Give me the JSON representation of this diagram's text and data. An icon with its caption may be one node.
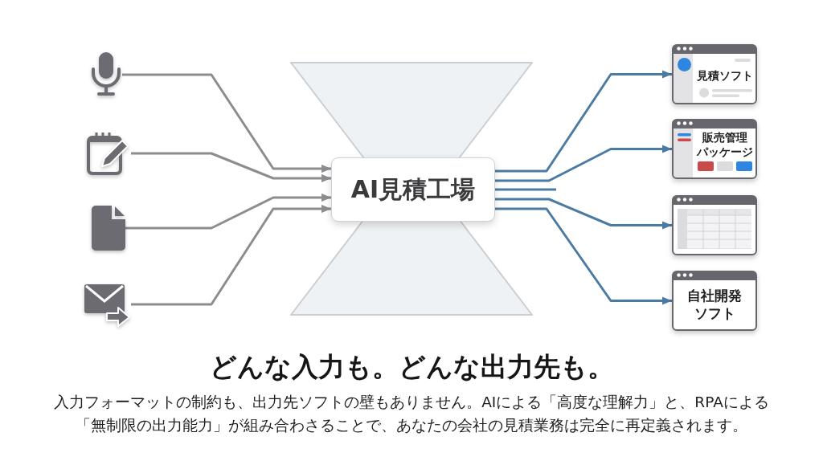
{
  "diagram": {
    "title": "どんな入力も。どんな出力先も。",
    "caption": "入力フォーマットの制約も、出力先ソフトの壁もありません。AIによる「高度な理解力」と、RPAによる「無制限の出力能力」が組み合わさることで、あなたの会社の見積業務は完全に再定義されます。",
    "nodes": [
      {
        "text": [],
        "shape": "picture"
      },
      {
        "text": [],
        "shape": "picture"
      },
      {
        "text": [],
        "shape": "picture"
      },
      {
        "text": [],
        "shape": "picture"
      },
      {
        "text": [
          "AI見積工場"
        ]
      },
      {
        "text": [
          "見積ソフト"
        ]
      },
      {
        "text": [
          "販売管理パッケージ"
        ]
      },
      {
        "text": [],
        "shape": "box"
      },
      {
        "text": [
          "自社開発ソフト"
        ]
      }
    ],
    "edges": [
      {
        "from": 0,
        "to": 4,
        "arrow": "to",
        "color": "#8d8d90"
      },
      {
        "from": 1,
        "to": 4,
        "arrow": "to",
        "color": "#8d8d90"
      },
      {
        "from": 2,
        "to": 4,
        "arrow": "to",
        "color": "#8d8d90"
      },
      {
        "from": 3,
        "to": 4,
        "arrow": "to",
        "color": "#8d8d90"
      },
      {
        "from": 4,
        "to": 5,
        "arrow": "to"
      },
      {
        "from": 4,
        "to": 6,
        "arrow": "to"
      },
      {
        "from": 4,
        "to": null,
        "arrow": "none"
      },
      {
        "from": 4,
        "to": 7,
        "arrow": "to"
      },
      {
        "from": 4,
        "to": 8,
        "arrow": "to"
      }
    ]
  }
}
